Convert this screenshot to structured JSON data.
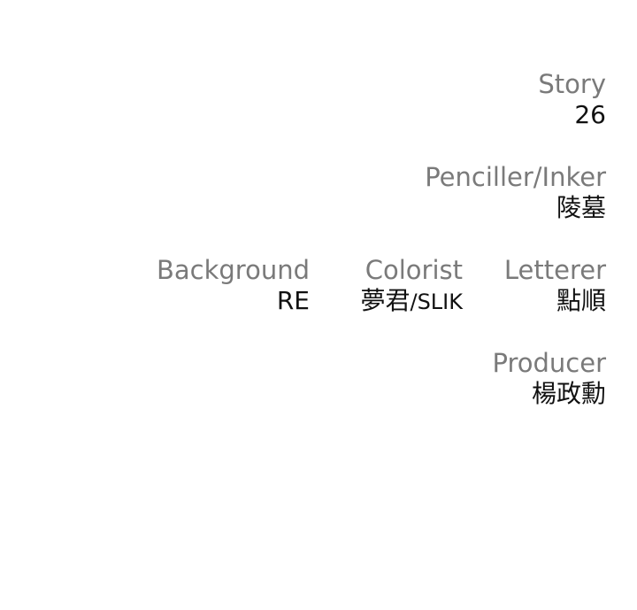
{
  "credits": {
    "story": {
      "role": "Story",
      "name": "26"
    },
    "penciller": {
      "role": "Penciller/Inker",
      "name": "陵墓"
    },
    "background": {
      "role": "Background",
      "name": "RE"
    },
    "colorist": {
      "role": "Colorist",
      "name_cjk": "夢君",
      "name_latin": "/SLIK"
    },
    "letterer": {
      "role": "Letterer",
      "name": "點順"
    },
    "producer": {
      "role": "Producer",
      "name": "楊政勳"
    }
  },
  "colors": {
    "role_text": "#7a7a7a",
    "name_text": "#111111",
    "background": "#ffffff"
  }
}
